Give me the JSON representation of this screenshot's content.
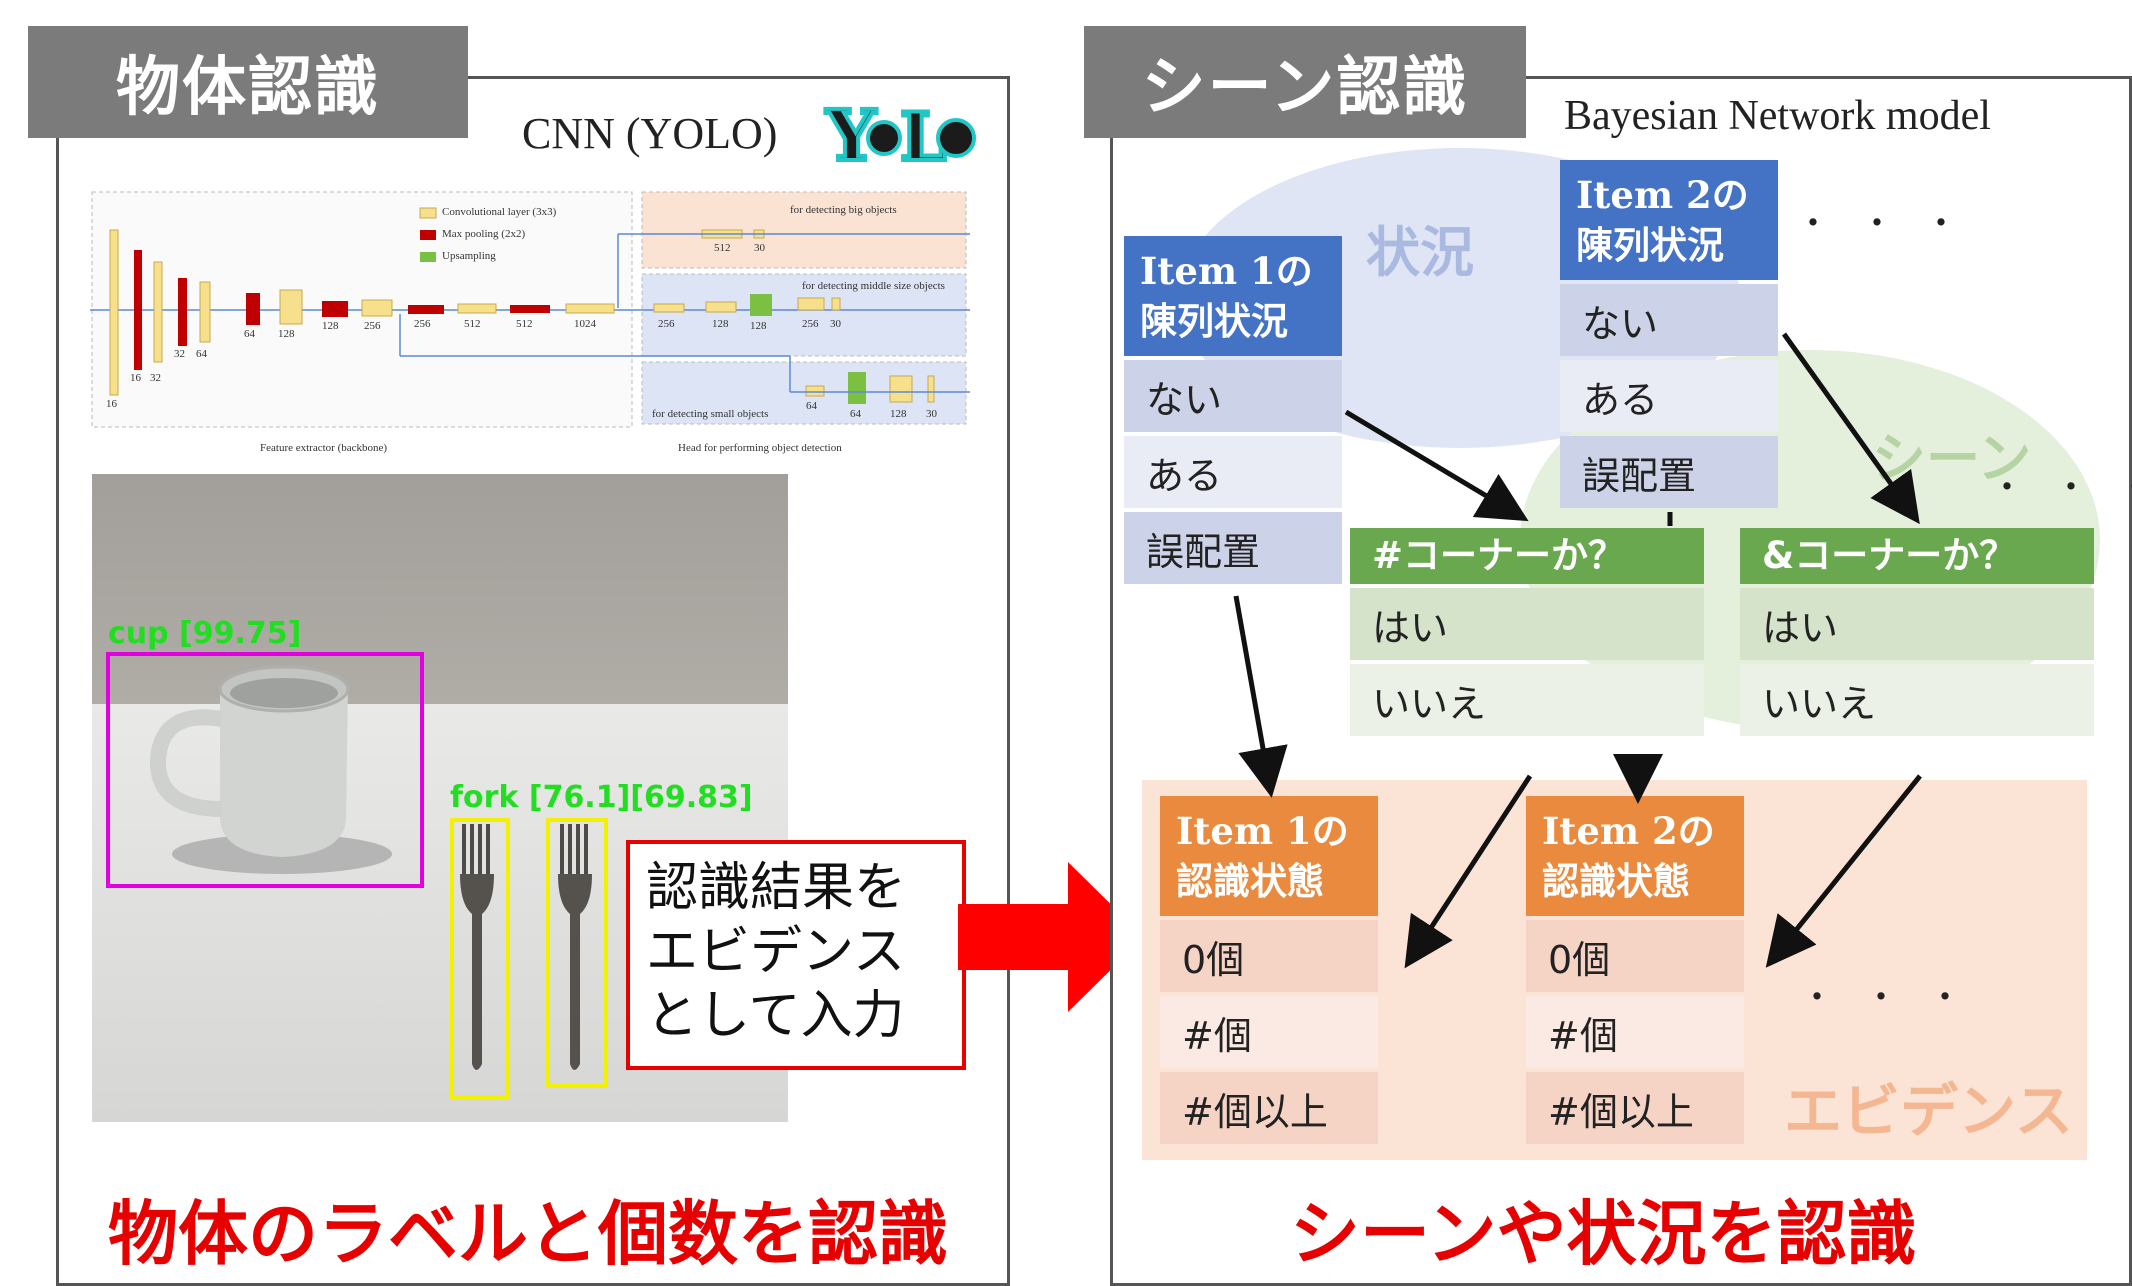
{
  "left_panel": {
    "tab": "物体認識",
    "model_title": "CNN (YOLO)",
    "logo_text": "YOLO",
    "architecture": {
      "legend": [
        "Convolutional layer (3x3)",
        "Max pooling (2x2)",
        "Upsampling"
      ],
      "backbone_numbers": [
        "16",
        "16",
        "32",
        "32",
        "64",
        "64",
        "128",
        "128",
        "256",
        "256",
        "512",
        "512",
        "1024"
      ],
      "head_big": "for detecting big objects",
      "head_big_nums": [
        "512",
        "30"
      ],
      "head_mid": "for detecting middle size objects",
      "head_mid_nums": [
        "256",
        "128",
        "128",
        "256",
        "30"
      ],
      "head_small": "for detecting small objects",
      "head_small_nums": [
        "64",
        "64",
        "128",
        "30"
      ],
      "footer_left": "Feature extractor (backbone)",
      "footer_right": "Head for performing object detection"
    },
    "detections": {
      "cup": "cup [99.75]",
      "fork": "fork [76.1][69.83]"
    },
    "callout": "認識結果を\nエビデンス\nとして入力",
    "caption": "物体のラベルと個数を認識"
  },
  "right_panel": {
    "tab": "シーン認識",
    "model_title": "Bayesian Network model",
    "region_situation": "状況",
    "region_scene": "シーン",
    "region_evidence": "エビデンス",
    "item1_display": {
      "title": "Item 1の\n陳列状況",
      "states": [
        "ない",
        "ある",
        "誤配置"
      ]
    },
    "item2_display": {
      "title": "Item 2の\n陳列状況",
      "states": [
        "ない",
        "ある",
        "誤配置"
      ]
    },
    "corner_hash": {
      "title": "#コーナーか？",
      "states": [
        "はい",
        "いいえ"
      ]
    },
    "corner_amp": {
      "title": "&コーナーか？",
      "states": [
        "はい",
        "いいえ"
      ]
    },
    "item1_recog": {
      "title": "Item 1の\n認識状態",
      "states": [
        "0個",
        "#個",
        "#個以上"
      ]
    },
    "item2_recog": {
      "title": "Item 2の\n認識状態",
      "states": [
        "0個",
        "#個",
        "#個以上"
      ]
    },
    "ellipsis": "・・・",
    "caption": "シーンや状況を認識"
  },
  "colors": {
    "node_blue": "#4472c4",
    "node_green": "#6aa84f",
    "node_orange": "#e98a3f",
    "caption_red": "#e60000",
    "arrow_red": "#ff0000",
    "detect_magenta": "#e000e0",
    "detect_yellow": "#f2f200",
    "detect_label_green": "#22dd22"
  }
}
